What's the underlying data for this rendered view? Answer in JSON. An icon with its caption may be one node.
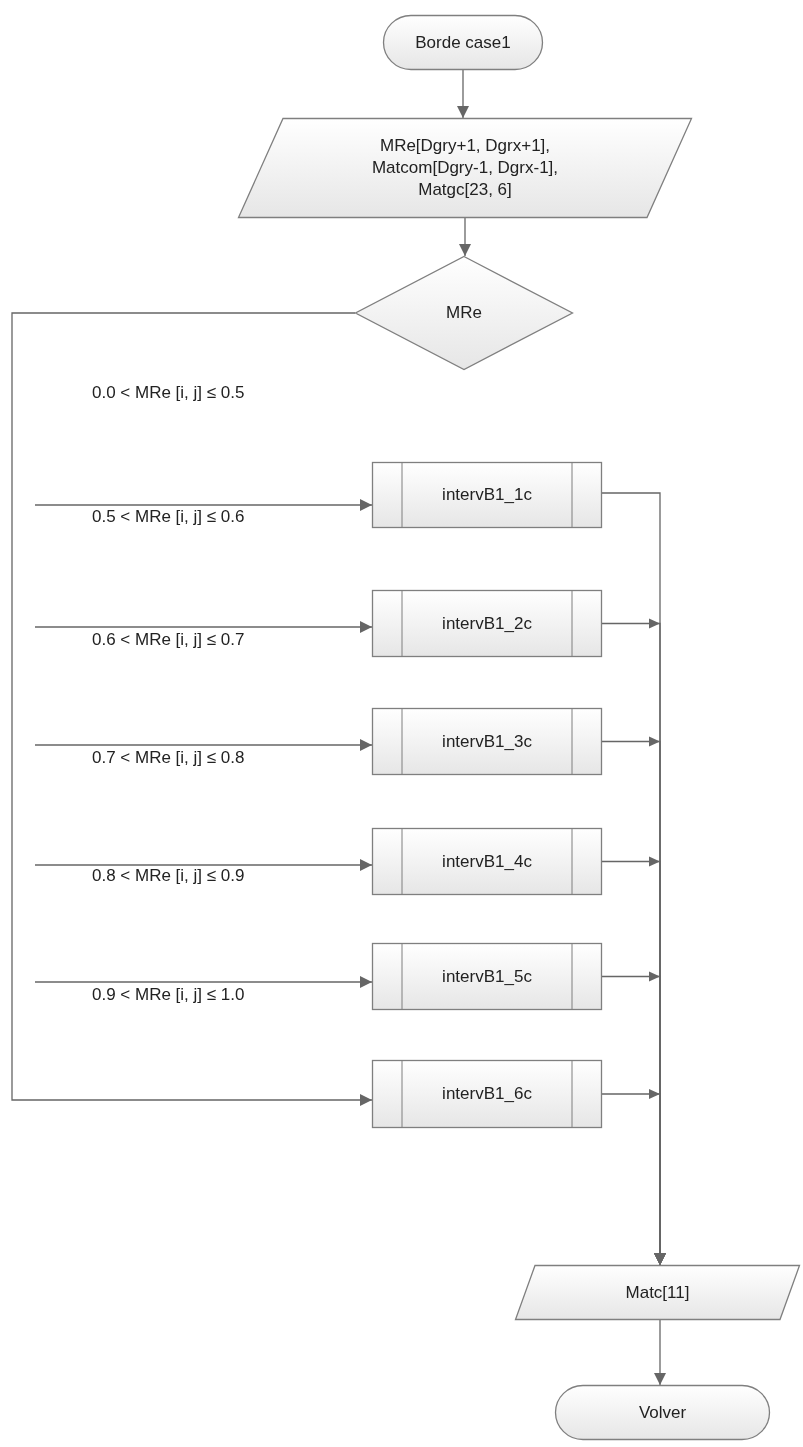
{
  "diagram": {
    "nodes": [
      {
        "text": [
          "Borde case1"
        ]
      },
      {
        "text": [
          "MRe[Dgry+1, Dgrx+1], Matcom[Dgry-1, Dgrx-1], Matgc[23, 6]"
        ]
      },
      {
        "text": [
          "MRe"
        ]
      },
      {
        "text": [
          "intervB1_1c"
        ]
      },
      {
        "text": [
          "intervB1_2c"
        ]
      },
      {
        "text": [
          "intervB1_3c"
        ]
      },
      {
        "text": [
          "intervB1_4c"
        ]
      },
      {
        "text": [
          "intervB1_5c"
        ]
      },
      {
        "text": [
          "intervB1_6c"
        ]
      },
      {
        "text": [
          "Matc[11]"
        ]
      },
      {
        "text": [
          "Volver"
        ]
      }
    ],
    "edges": [
      {
        "from": 0,
        "to": 1,
        "arrow": "to"
      },
      {
        "from": 1,
        "to": 2,
        "arrow": "to"
      },
      {
        "from": 2,
        "to": 8,
        "arrow": "to"
      },
      {
        "from": null,
        "to": 3,
        "arrow": "to"
      },
      {
        "from": null,
        "to": 4,
        "arrow": "to"
      },
      {
        "from": null,
        "to": 5,
        "arrow": "to"
      },
      {
        "from": null,
        "to": 6,
        "arrow": "to"
      },
      {
        "from": null,
        "to": 7,
        "arrow": "to"
      },
      {
        "from": 3,
        "to": 9,
        "arrow": "to"
      },
      {
        "from": 4,
        "to": 9,
        "arrow": "to"
      },
      {
        "from": 5,
        "to": 9,
        "arrow": "to"
      },
      {
        "from": 6,
        "to": 9,
        "arrow": "to"
      },
      {
        "from": 7,
        "to": 9,
        "arrow": "to"
      },
      {
        "from": 8,
        "to": 9,
        "arrow": "to"
      },
      {
        "from": 9,
        "to": 10,
        "arrow": "to"
      }
    ],
    "labels": [
      "0.0 < MRe [i, j] ≤ 0.5",
      "0.5 < MRe [i, j] ≤ 0.6",
      "0.6 < MRe [i, j] ≤ 0.7",
      "0.7 < MRe [i, j] ≤ 0.8",
      "0.8 < MRe [i, j] ≤ 0.9",
      "0.9 < MRe [i, j] ≤ 1.0"
    ]
  }
}
